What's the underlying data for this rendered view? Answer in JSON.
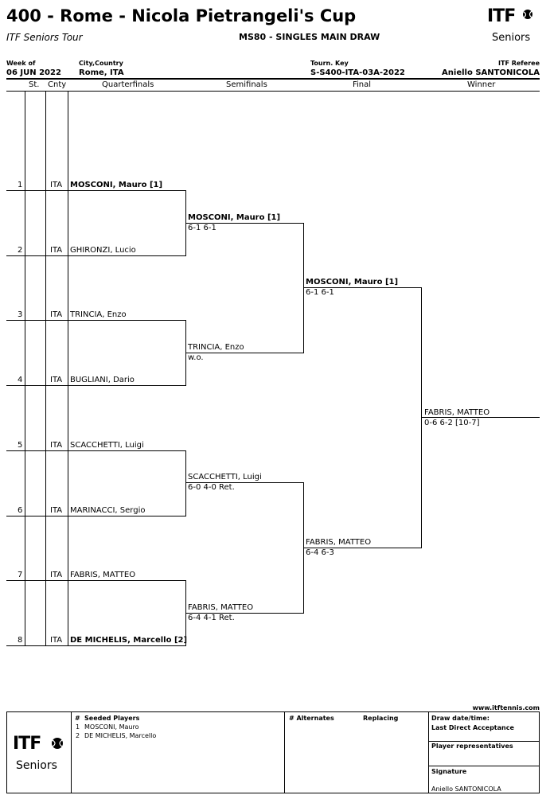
{
  "header": {
    "title": "400 - Rome - Nicola Pietrangeli's Cup",
    "tour": "ITF Seniors Tour",
    "event": "MS80 - SINGLES MAIN DRAW",
    "week_label": "Week of",
    "week_value": "06 JUN 2022",
    "city_label": "City,Country",
    "city_value": "Rome, ITA",
    "key_label": "Tourn. Key",
    "key_value": "S-S400-ITA-03A-2022",
    "referee_label": "ITF Referee",
    "referee_value": "Aniello SANTONICOLA",
    "logo_top": "ITF",
    "logo_bottom": "Seniors"
  },
  "columns": {
    "st": "St.",
    "cnty": "Cnty",
    "qf": "Quarterfinals",
    "sf": "Semifinals",
    "final": "Final",
    "winner": "Winner"
  },
  "draw": [
    {
      "num": "1",
      "cnty": "ITA",
      "name": "MOSCONI, Mauro [1]"
    },
    {
      "num": "2",
      "cnty": "ITA",
      "name": "GHIRONZI, Lucio"
    },
    {
      "num": "3",
      "cnty": "ITA",
      "name": "TRINCIA, Enzo"
    },
    {
      "num": "4",
      "cnty": "ITA",
      "name": "BUGLIANI, Dario"
    },
    {
      "num": "5",
      "cnty": "ITA",
      "name": "SCACCHETTI, Luigi"
    },
    {
      "num": "6",
      "cnty": "ITA",
      "name": "MARINACCI, Sergio"
    },
    {
      "num": "7",
      "cnty": "ITA",
      "name": "FABRIS, MATTEO"
    },
    {
      "num": "8",
      "cnty": "ITA",
      "name": "DE MICHELIS, Marcello [2]"
    }
  ],
  "semifinalists": [
    {
      "name": "MOSCONI, Mauro [1]",
      "score": "6-1 6-1"
    },
    {
      "name": "TRINCIA, Enzo",
      "score": "w.o."
    },
    {
      "name": "SCACCHETTI, Luigi",
      "score": "6-0 4-0 Ret."
    },
    {
      "name": "FABRIS, MATTEO",
      "score": "6-4 4-1 Ret."
    }
  ],
  "finalists": [
    {
      "name": "MOSCONI, Mauro [1]",
      "score": "6-1 6-1"
    },
    {
      "name": "FABRIS, MATTEO",
      "score": "6-4 6-3"
    }
  ],
  "winner": {
    "name": "FABRIS, MATTEO",
    "score": "0-6 6-2 [10-7]"
  },
  "footer": {
    "website": "www.itftennis.com",
    "seeded_hash": "#",
    "seeded_title": "Seeded Players",
    "seeds": [
      {
        "num": "1",
        "name": "MOSCONI, Mauro"
      },
      {
        "num": "2",
        "name": "DE MICHELIS, Marcello"
      }
    ],
    "alternates_title": "# Alternates",
    "replacing_title": "Replacing",
    "draw_date_label": "Draw date/time:",
    "lda_label": "Last Direct Acceptance",
    "reps_label": "Player representatives",
    "signature_label": "Signature",
    "signature_name": "Aniello SANTONICOLA"
  }
}
